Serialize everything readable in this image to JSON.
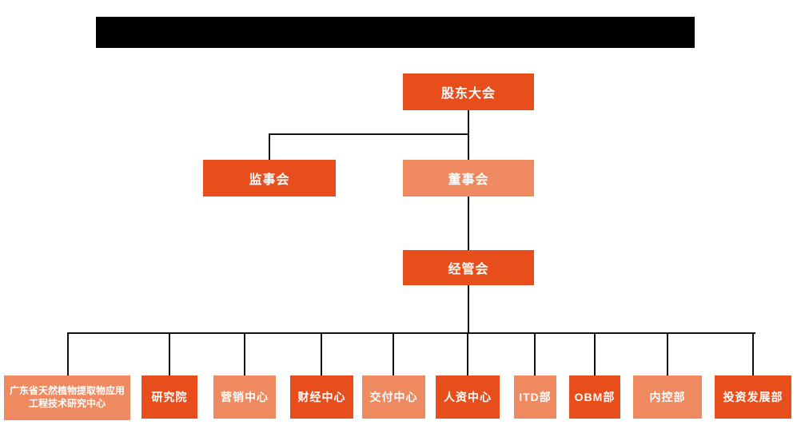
{
  "title_bar": {
    "text": ""
  },
  "colors": {
    "primary_box": "#e84e1b",
    "secondary_box": "#ef8960",
    "connector_line": "#111111",
    "box_text": "#ffffff",
    "title_bar": "#000000",
    "background": "#ffffff"
  },
  "org": {
    "type": "org-chart",
    "nodes": {
      "shareholders": {
        "label": "股东大会",
        "variant": "primary"
      },
      "supervisory": {
        "label": "监事会",
        "variant": "primary"
      },
      "board": {
        "label": "董事会",
        "variant": "secondary"
      },
      "management": {
        "label": "经管会",
        "variant": "primary"
      }
    },
    "departments": [
      {
        "label": "广东省天然植物提取物应用工程技术研究中心",
        "variant": "secondary"
      },
      {
        "label": "研究院",
        "variant": "primary"
      },
      {
        "label": "营销中心",
        "variant": "secondary"
      },
      {
        "label": "财经中心",
        "variant": "primary"
      },
      {
        "label": "交付中心",
        "variant": "secondary"
      },
      {
        "label": "人资中心",
        "variant": "primary"
      },
      {
        "label": "ITD部",
        "variant": "secondary"
      },
      {
        "label": "OBM部",
        "variant": "primary"
      },
      {
        "label": "内控部",
        "variant": "secondary"
      },
      {
        "label": "投资发展部",
        "variant": "primary"
      }
    ]
  }
}
